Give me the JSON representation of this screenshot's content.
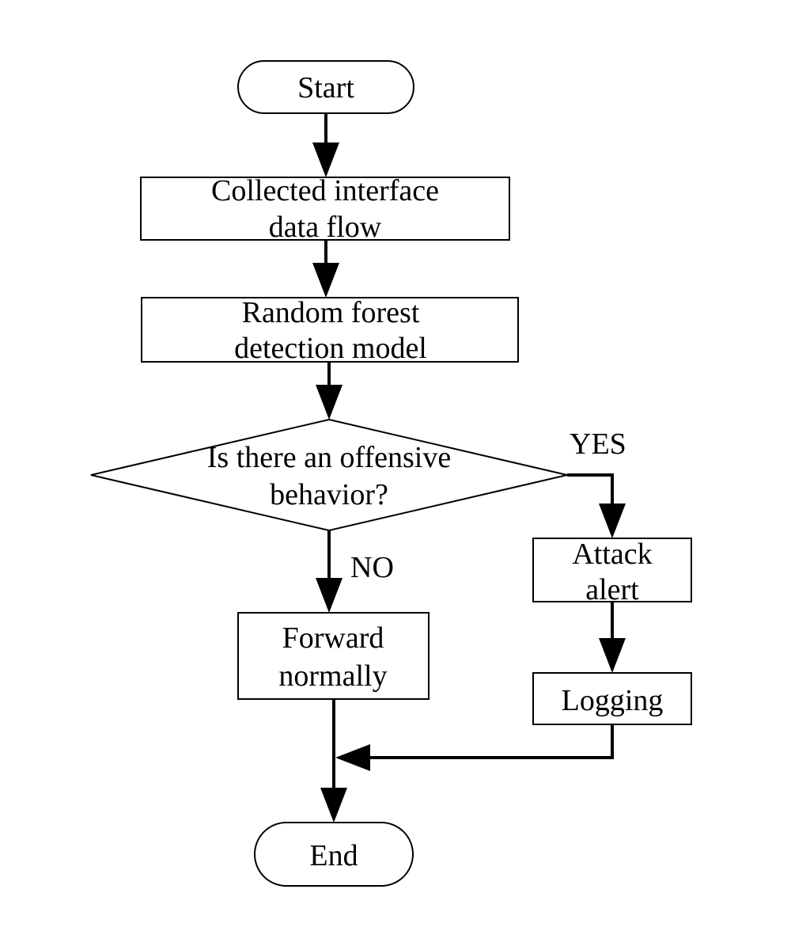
{
  "flowchart": {
    "nodes": {
      "start": {
        "label": "Start"
      },
      "collect": {
        "line1": "Collected interface",
        "line2": "data flow"
      },
      "model": {
        "line1": "Random forest",
        "line2": "detection model"
      },
      "decision": {
        "line1": "Is there an offensive",
        "line2": "behavior?"
      },
      "forward": {
        "line1": "Forward",
        "line2": "normally"
      },
      "alert": {
        "line1": "Attack",
        "line2": "alert"
      },
      "logging": {
        "label": "Logging"
      },
      "end": {
        "label": "End"
      }
    },
    "edges": {
      "yes_label": "YES",
      "no_label": "NO"
    }
  }
}
